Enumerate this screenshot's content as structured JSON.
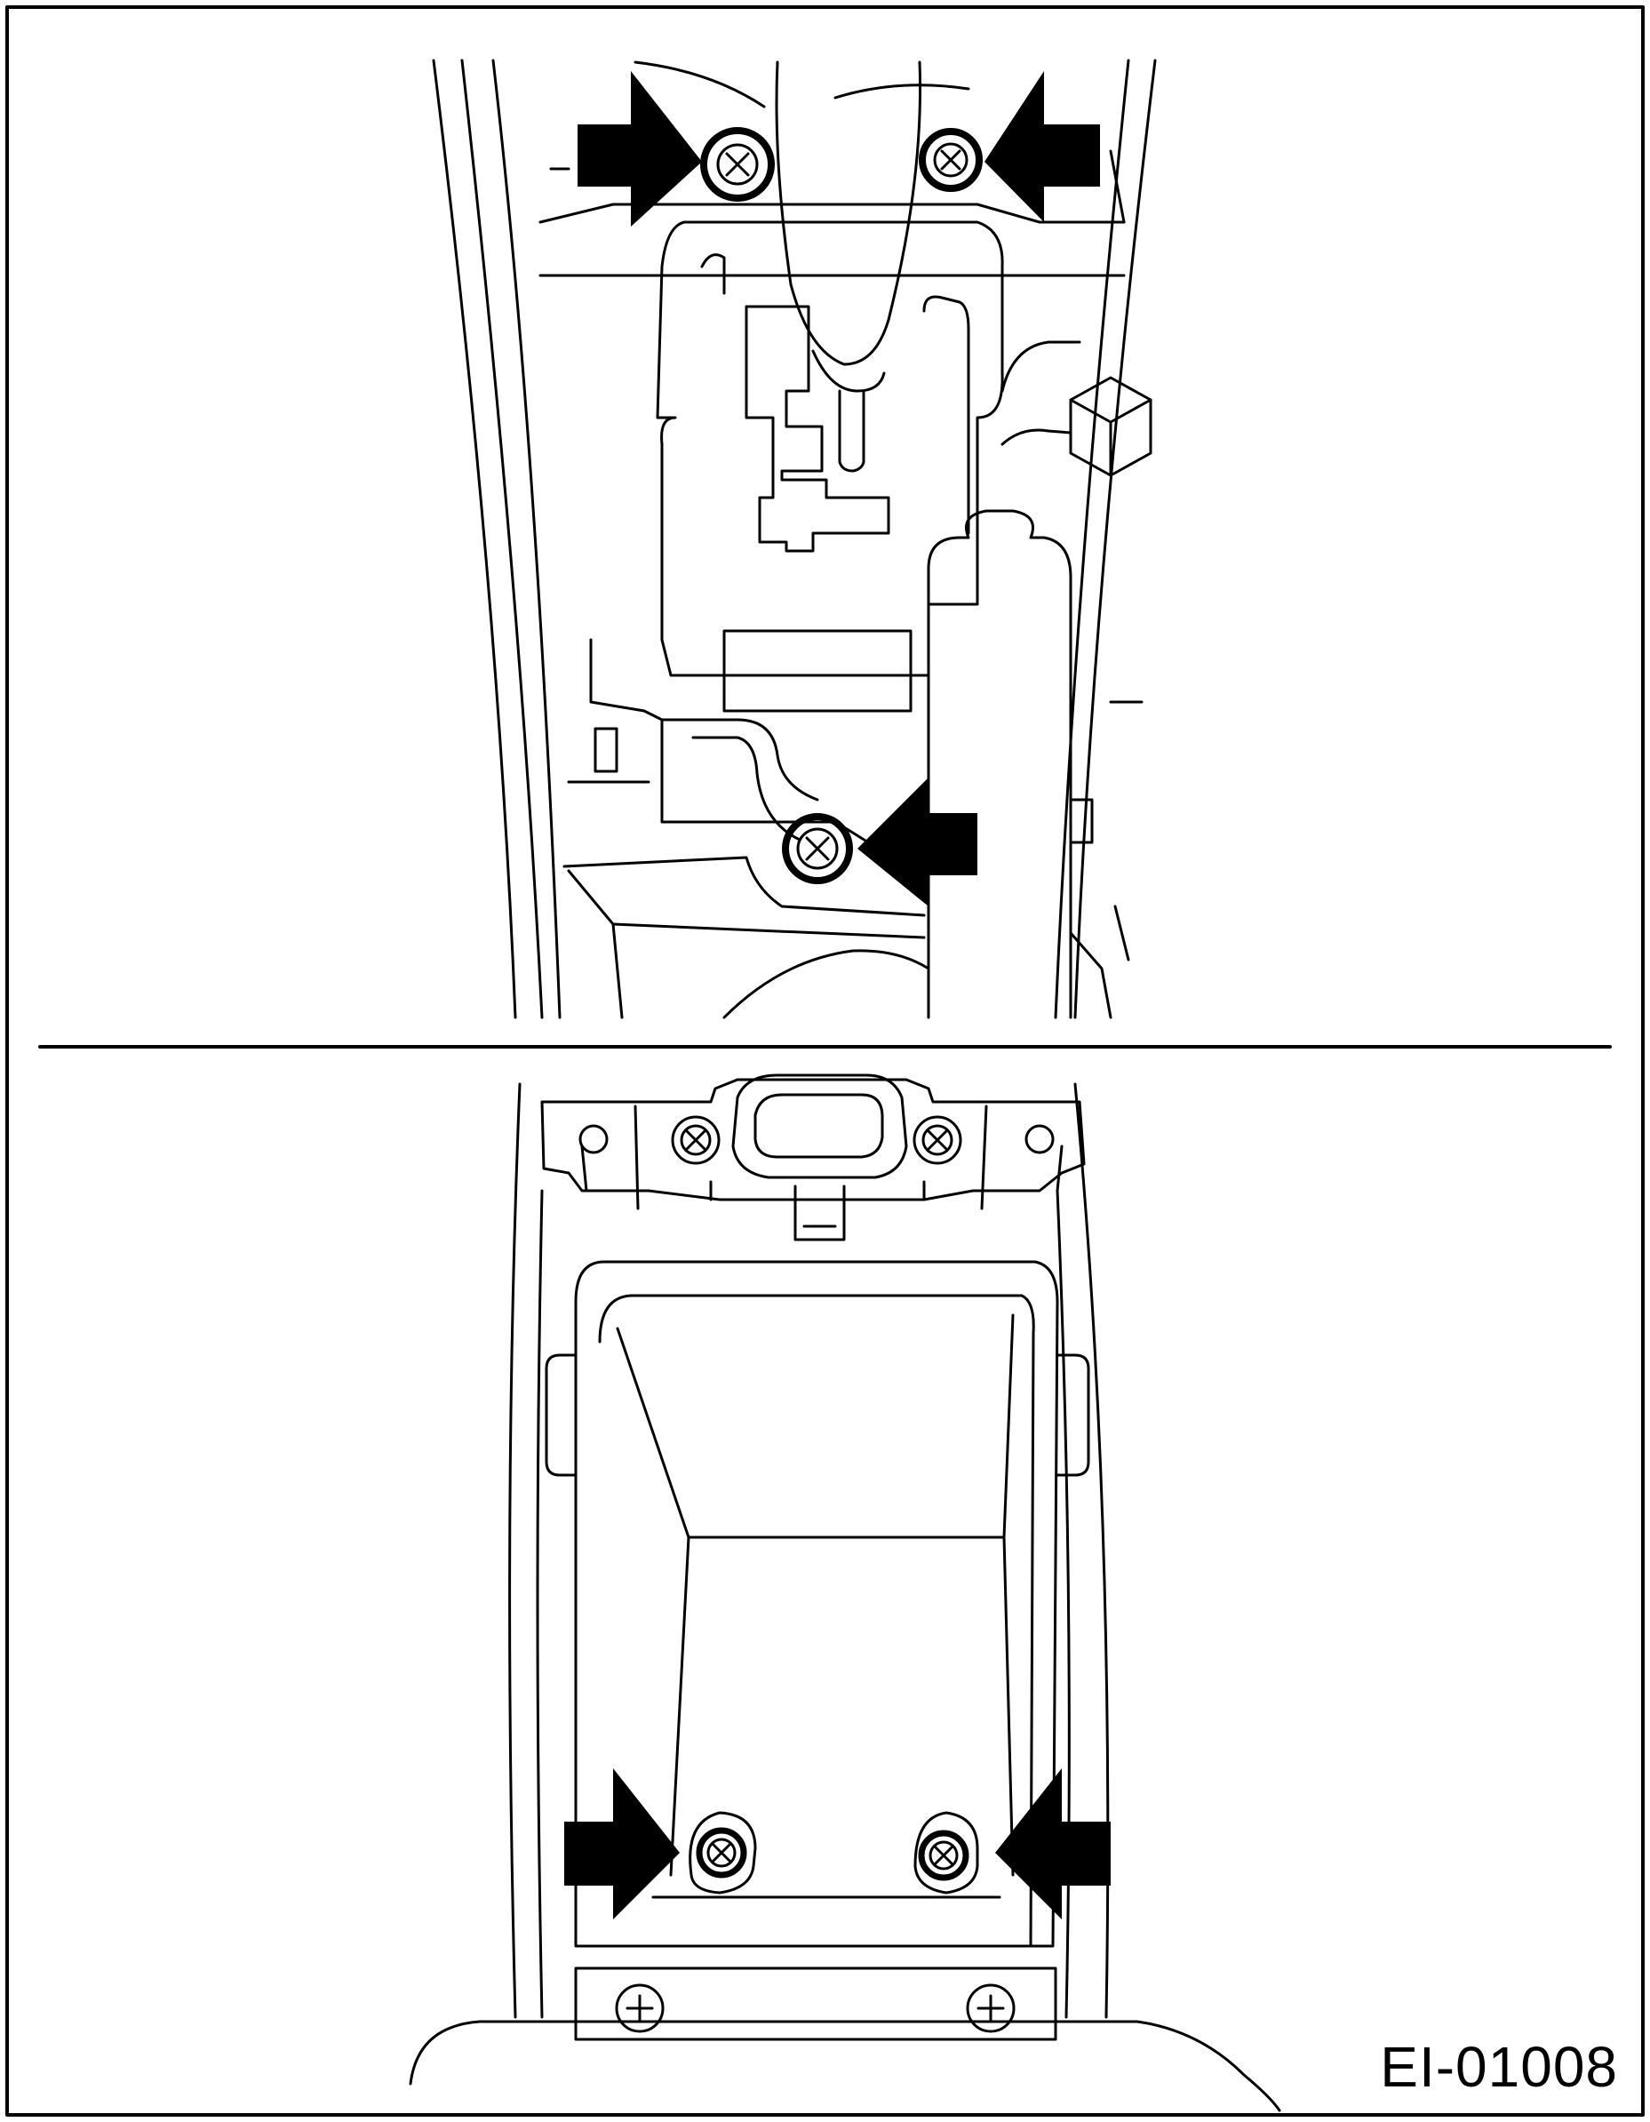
{
  "figure": {
    "reference_code": "EI-01008"
  },
  "colors": {
    "line": "#000000",
    "background": "#ffffff",
    "arrow_fill": "#000000"
  },
  "panels": [
    {
      "name": "upper-panel",
      "content": "shift-lever-area-with-three-screws"
    },
    {
      "name": "lower-panel",
      "content": "console-box-with-two-screws"
    }
  ],
  "icons": [
    "screw-icon",
    "arrow-icon",
    "connector-icon",
    "phillips-screw-icon"
  ]
}
